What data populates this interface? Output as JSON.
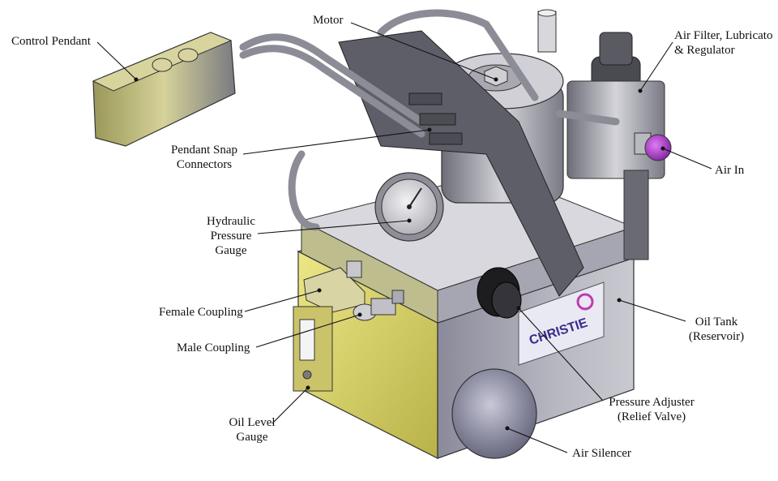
{
  "labels": {
    "control_pendant": "Control Pendant",
    "motor": "Motor",
    "air_filter_line1": "Air Filter, Lubricato",
    "air_filter_line2": "& Regulator",
    "pendant_snap_line1": "Pendant Snap",
    "pendant_snap_line2": "Connectors",
    "air_in": "Air In",
    "hydraulic_line1": "Hydraulic",
    "hydraulic_line2": "Pressure",
    "hydraulic_line3": "Gauge",
    "female_coupling": "Female Coupling",
    "male_coupling": "Male Coupling",
    "oil_tank_line1": "Oil Tank",
    "oil_tank_line2": "(Reservoir)",
    "pressure_adjuster_line1": "Pressure Adjuster",
    "pressure_adjuster_line2": "(Relief Valve)",
    "oil_level_line1": "Oil Level",
    "oil_level_line2": "Gauge",
    "air_silencer": "Air Silencer"
  },
  "brand": {
    "logo_text": "CHRISTIE"
  },
  "colors": {
    "tank_front": "#d9d26a",
    "tank_side": "#9a9aa8",
    "metal_light": "#c8c8cc",
    "metal_dark": "#5c5c66",
    "pendant": "#b9b56a",
    "air_in_cap": "#b23ad8",
    "leader": "#111111"
  }
}
